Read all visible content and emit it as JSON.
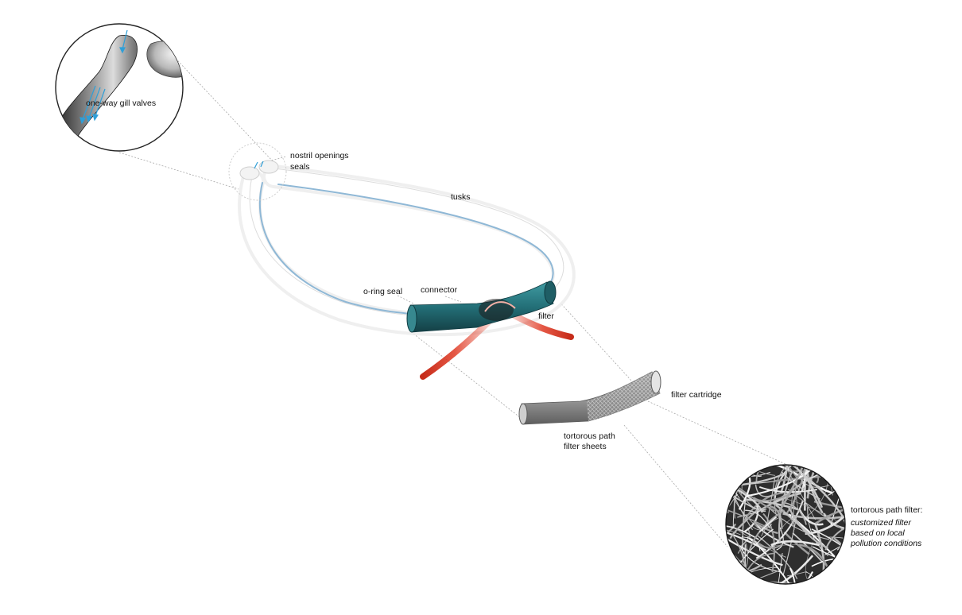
{
  "labels": {
    "gill_valves": "one-way gill valves",
    "nostril_openings": "nostril openings",
    "seals": "seals",
    "tusks": "tusks",
    "o_ring_seal": "o-ring seal",
    "connector": "connector",
    "filter": "filter",
    "filter_cartridge": "filter cartridge",
    "filter_sheets_line1": "tortorous path",
    "filter_sheets_line2": "filter sheets",
    "path_filter_title": "tortorous path filter:",
    "path_filter_desc_line1": "customized filter",
    "path_filter_desc_line2": "based on local",
    "path_filter_desc_line3": "pollution conditions"
  },
  "colors": {
    "teal": "#2b7d85",
    "teal_dark": "#14474d",
    "tube_blue": "#8fb8d6",
    "red": "#e03a24",
    "arrow_blue": "#2f9fd8",
    "leader": "#a8a8a8"
  }
}
